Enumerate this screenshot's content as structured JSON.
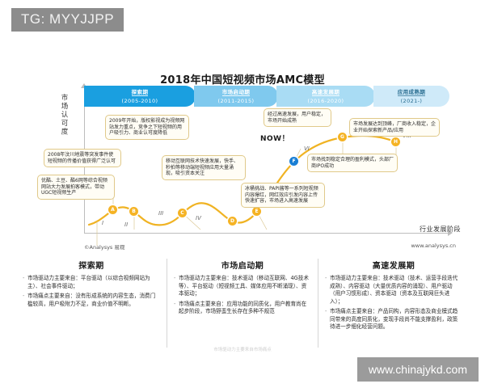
{
  "watermarks": {
    "telegram_tag": "TG: MYYJJPP",
    "site_tag": "www.chinajykd.com"
  },
  "chart": {
    "title": "2018年中国短视频市场AMC模型",
    "y_axis_label": "市场认可度",
    "x_axis_label": "行业发展阶段",
    "source_left": "©Analysys 易观",
    "source_right": "www.analysys.cn",
    "now_marker": "NOW！",
    "phases": [
      {
        "name": "探索期",
        "years": "(2005-2010)"
      },
      {
        "name": "市场启动期",
        "years": "(2011-2015)"
      },
      {
        "name": "高速发展期",
        "years": "(2016-2020)"
      },
      {
        "name": "应用成熟期",
        "years": "(2021-)"
      }
    ],
    "stage_markers": [
      {
        "id": "A",
        "roman": "I"
      },
      {
        "id": "B",
        "roman": "II"
      },
      {
        "id": "C",
        "roman": "III"
      },
      {
        "id": "D",
        "roman": "IV"
      },
      {
        "id": "E",
        "roman": "V"
      },
      {
        "id": "F",
        "roman": "VI"
      },
      {
        "id": "G",
        "roman": "VII"
      },
      {
        "id": "H",
        "roman": "VIII"
      }
    ],
    "callouts": [
      {
        "key": "c1",
        "text": "优酷、土豆、酷6网等综合视频网站大力发展拍客模式，带动UGC短视频生产"
      },
      {
        "key": "c2",
        "text": "2008年汶川地震等突发事件使短视频的传播价值获得广泛认可"
      },
      {
        "key": "c3",
        "text": "2009年开始，版权影视成为视频网站发力重点，竞争之下短视频的用户吸引力、商业认可度降低"
      },
      {
        "key": "c4",
        "text": "移动互联网技术快速发展，快手、秒拍等移动端短视频应用大量涌现，吸引资本关注"
      },
      {
        "key": "c5",
        "text": "冰桶挑战、PAPI酱等一系列短视频内容爆红，网红效应引发内容上传快速扩容，市场进入高速发展"
      },
      {
        "key": "c6",
        "text": "经过高速发展，用户稳定，市场开始成熟"
      },
      {
        "key": "c7",
        "text": "市场找到稳定合理的盈利模式，头部厂商IPO成功"
      },
      {
        "key": "c8",
        "text": "市场发展达到顶峰，厂商收入稳定，企业开始探索新产品/应用"
      }
    ]
  },
  "columns": [
    {
      "heading": "探索期",
      "bullets": [
        "市场驱动力主要来自：平台驱动（以综合视频网站为主）、社会事件驱动；",
        "市场痛点主要来自：没有形成系统的内容生态，消费门槛较高，用户吸附力不足，商业价值不明断。"
      ],
      "ghost": ""
    },
    {
      "heading": "市场启动期",
      "bullets": [
        "市场驱动力主要来自：技术驱动（移动互联网、4G技术等）、平台驱动（短视频工具、媒体应用不断涌现）、资本驱动；",
        "市场痛点主要来自：应用功能的同质化，用户教育尚在起步阶段，市场野蛮生长存在多种不规范"
      ],
      "ghost": "市场驱动力主要来自市场痛点"
    },
    {
      "heading": "高速发展期",
      "bullets": [
        "市场驱动力主要来自：技术驱动（技术、运营手段迭代成熟）、内容驱动（大量优质内容的涌现）、用户驱动（用户习惯形成）、资本驱动（资本及互联网巨头进入）；",
        "市场痛点主要来自：产品同构，内容形态及商业模式趋同带来的高度同质化，变现手段尚不能支撑盈利，政策待进一步细化经营问题。"
      ],
      "ghost": ""
    }
  ]
}
